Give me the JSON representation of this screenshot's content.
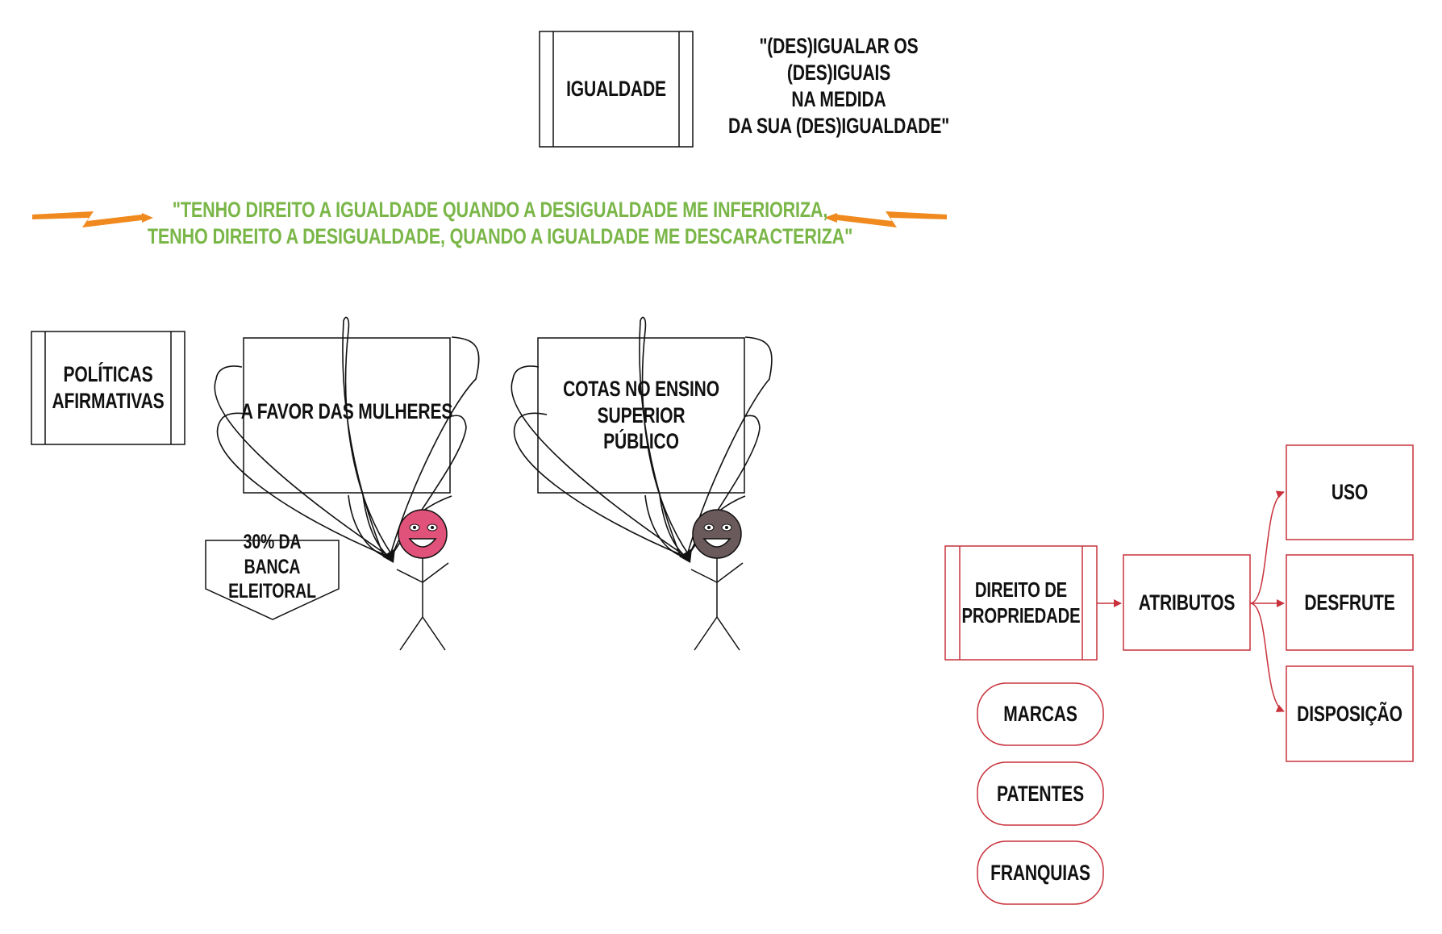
{
  "colors": {
    "stroke": "#111111",
    "accent_red": "#c8323c",
    "quote_green": "#7ab648",
    "arrow_orange": "#f0891e",
    "face_pink": "#e0527a",
    "face_dark": "#6b5a5c"
  },
  "nodes": {
    "igualdade": "IGUALDADE",
    "quote1_line1": "\"(DES)IGUALAR OS (DES)IGUAIS",
    "quote1_line2": "NA MEDIDA",
    "quote1_line3": "DA SUA (DES)IGUALDADE\"",
    "quote2_line1": "\"TENHO DIREITO A IGUALDADE QUANDO A DESIGUALDADE ME INFERIORIZA,",
    "quote2_line2": "TENHO DIREITO A DESIGUALDADE, QUANDO A IGUALDADE ME DESCARACTERIZA\"",
    "politicas_line1": "POLÍTICAS",
    "politicas_line2": "AFIRMATIVAS",
    "favor_mulheres": "A FAVOR DAS MULHERES",
    "cotas_line1": "COTAS NO ENSINO",
    "cotas_line2": "SUPERIOR PÚBLICO",
    "banca_line1": "30% DA BANCA",
    "banca_line2": "ELEITORAL",
    "direito_line1": "DIREITO DE",
    "direito_line2": "PROPRIEDADE",
    "atributos": "ATRIBUTOS",
    "uso": "USO",
    "desfrute": "DESFRUTE",
    "disposicao": "DISPOSIÇÃO",
    "marcas": "MARCAS",
    "patentes": "PATENTES",
    "franquias": "FRANQUIAS"
  }
}
